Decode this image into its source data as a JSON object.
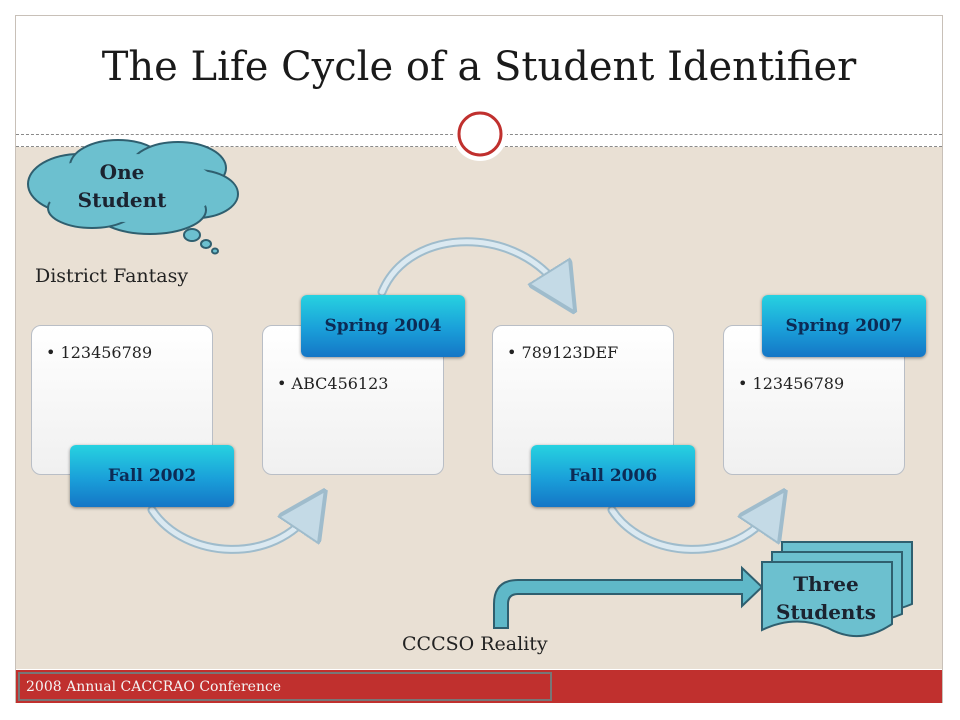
{
  "title": "The Life Cycle of a Student Identifier",
  "cloud_label": "One Student",
  "district_label": "District Fantasy",
  "stages": [
    {
      "term": "Fall 2002",
      "identifier": "123456789"
    },
    {
      "term": "Spring 2004",
      "identifier": "ABC456123"
    },
    {
      "term": "Fall 2006",
      "identifier": "789123DEF"
    },
    {
      "term": "Spring 2007",
      "identifier": "123456789"
    }
  ],
  "reality_label": "CCCSO Reality",
  "result_label": "Three Students",
  "footer": "2008 Annual CACCRAO Conference",
  "colors": {
    "accent_red": "#c0302e",
    "tab_blue": "#1a9fd9",
    "callout_teal": "#5fb8c8",
    "background": "#e9e0d4"
  }
}
